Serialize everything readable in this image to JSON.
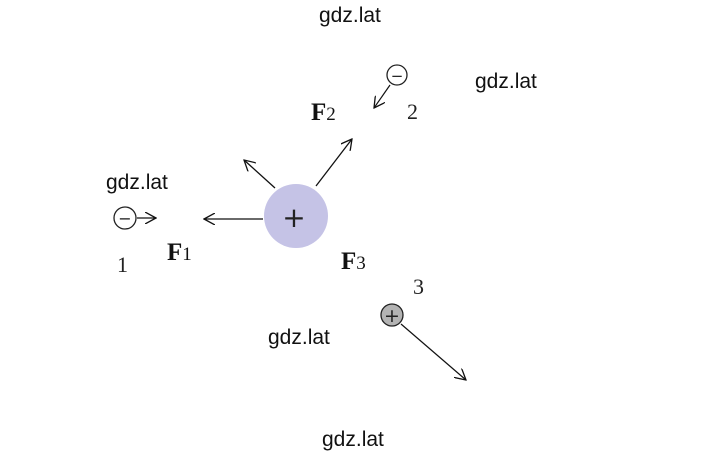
{
  "watermarks": [
    "gdz.lat",
    "gdz.lat",
    "gdz.lat",
    "gdz.lat",
    "gdz.lat"
  ],
  "forces": {
    "f1": {
      "letter": "F",
      "sub": "1"
    },
    "f2": {
      "letter": "F",
      "sub": "2"
    },
    "f3": {
      "letter": "F",
      "sub": "3"
    }
  },
  "charges": {
    "center": {
      "sign": "+",
      "color": "#c5c3e6"
    },
    "one": {
      "number": "1",
      "sign": "−"
    },
    "two": {
      "number": "2",
      "sign": "−"
    },
    "three": {
      "number": "3",
      "sign": "+",
      "color": "#b3b3b3"
    }
  }
}
